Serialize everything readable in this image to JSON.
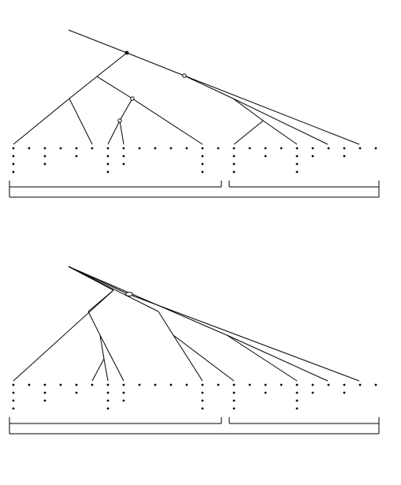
{
  "diagram": {
    "description_visible_text": "",
    "colors": {
      "line": "#000000",
      "dot": "#000000",
      "background": "#ffffff"
    },
    "panels": [
      {
        "id": "tree-top",
        "columns": [
          {
            "n": 4
          },
          {
            "n": 1
          },
          {
            "n": 3
          },
          {
            "n": 1
          },
          {
            "n": 2
          },
          {
            "n": 1
          },
          {
            "n": 4
          },
          {
            "n": 3
          },
          {
            "n": 1
          },
          {
            "n": 1
          },
          {
            "n": 1
          },
          {
            "n": 1
          },
          {
            "n": 4
          },
          {
            "n": 1
          },
          {
            "n": 4
          },
          {
            "n": 1
          },
          {
            "n": 2
          },
          {
            "n": 1
          },
          {
            "n": 4
          },
          {
            "n": 2
          },
          {
            "n": 1
          },
          {
            "n": 2
          },
          {
            "n": 1
          },
          {
            "n": 1
          }
        ],
        "node_markers": [
          "filled",
          "open",
          "open",
          "open"
        ]
      },
      {
        "id": "tree-bottom",
        "columns": [
          {
            "n": 4
          },
          {
            "n": 1
          },
          {
            "n": 3
          },
          {
            "n": 1
          },
          {
            "n": 2
          },
          {
            "n": 1
          },
          {
            "n": 4
          },
          {
            "n": 3
          },
          {
            "n": 1
          },
          {
            "n": 1
          },
          {
            "n": 1
          },
          {
            "n": 1
          },
          {
            "n": 4
          },
          {
            "n": 1
          },
          {
            "n": 4
          },
          {
            "n": 1
          },
          {
            "n": 2
          },
          {
            "n": 1
          },
          {
            "n": 4
          },
          {
            "n": 2
          },
          {
            "n": 1
          },
          {
            "n": 2
          },
          {
            "n": 1
          },
          {
            "n": 1
          }
        ],
        "node_markers": [
          "open-oval"
        ]
      }
    ],
    "groups": [
      "left-group",
      "right-group"
    ]
  }
}
